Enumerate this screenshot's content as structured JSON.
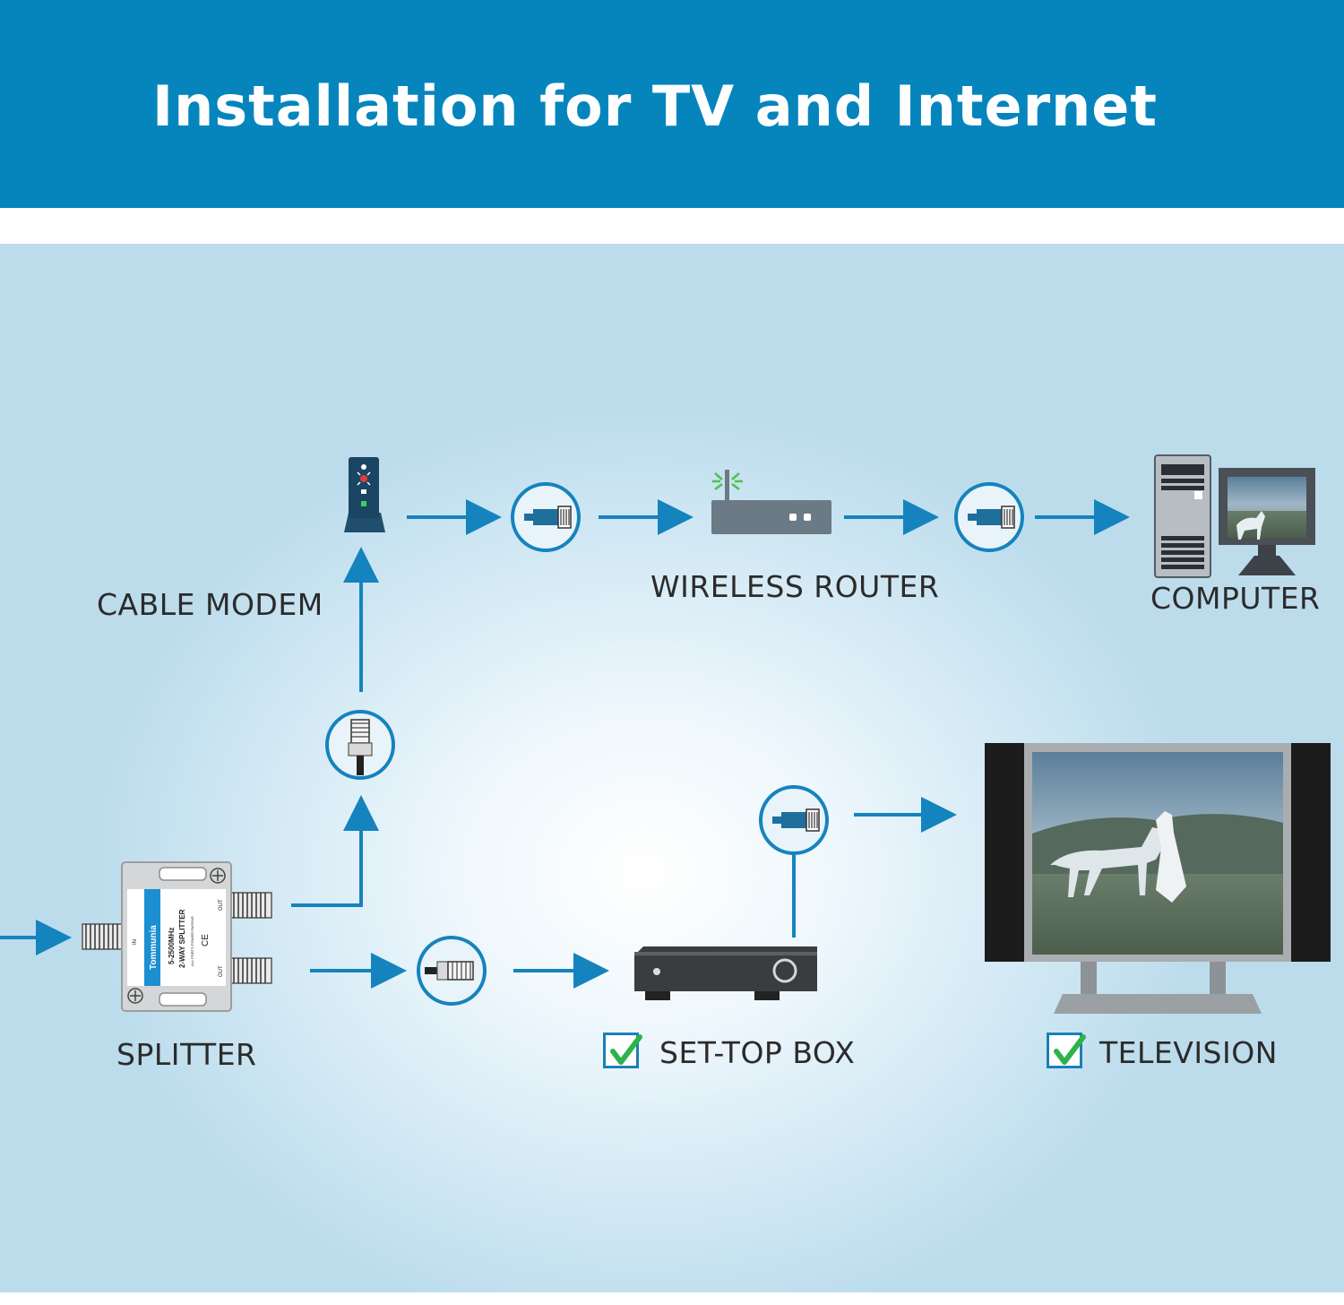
{
  "header": {
    "title": "Installation for TV and Internet"
  },
  "labels": {
    "cable_modem": "CABLE MODEM",
    "wireless_router": "WIRELESS ROUTER",
    "computer": "COMPUTER",
    "splitter": "SPLITTER",
    "set_top_box": "SET-TOP BOX",
    "television": "TELEVISION"
  },
  "splitter_print": {
    "brand": "Tommunia",
    "freq": "5-2500MHz",
    "model": "2-WAY SPLITTER",
    "note": "ALL PORTS POWER PASSIVE",
    "mark": "CE",
    "in": "IN",
    "out1": "OUT",
    "out2": "OUT"
  },
  "colors": {
    "header": "#0685bd",
    "arrow": "#1583be",
    "connector_ring": "#1583be",
    "checkmark": "#2db34a"
  },
  "icons": [
    "cable-modem-icon",
    "wireless-router-icon",
    "computer-icon",
    "splitter-icon",
    "set-top-box-icon",
    "television-icon",
    "ethernet-connector-icon",
    "coax-connector-icon",
    "checkbox-check-icon"
  ]
}
